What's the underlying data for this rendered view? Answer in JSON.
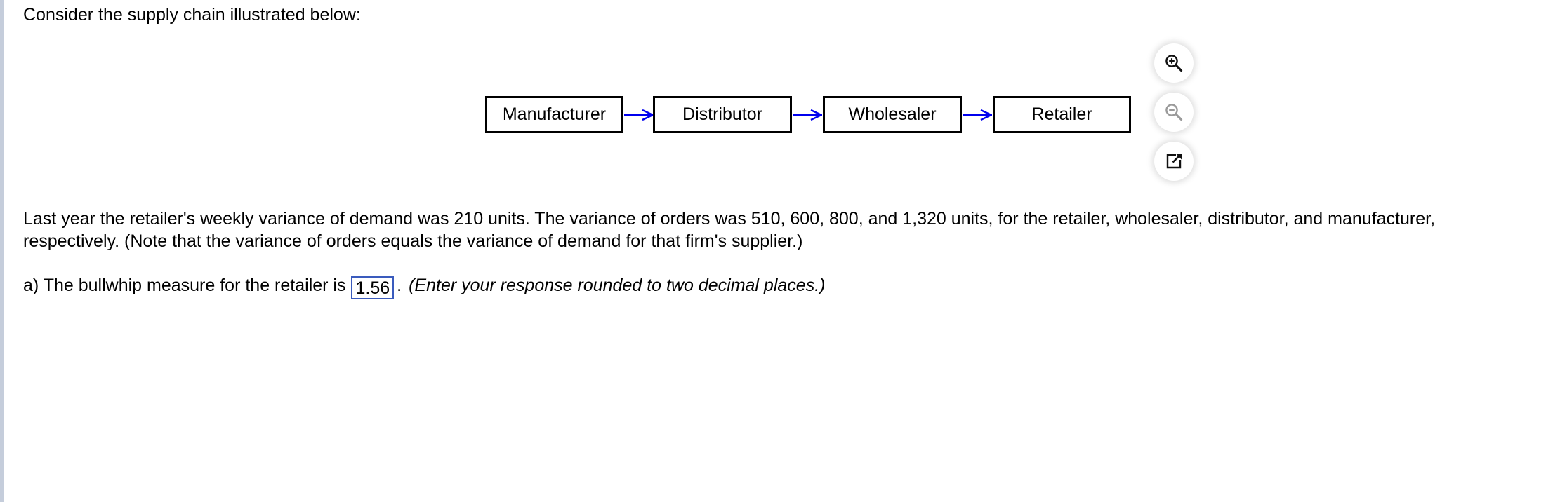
{
  "page": {
    "left_rail_color": "#c5cddb",
    "background": "#ffffff",
    "text_color": "#000000"
  },
  "intro": {
    "text": "Consider the supply chain illustrated below:"
  },
  "diagram": {
    "type": "flow",
    "orientation": "left-to-right",
    "box_border_color": "#000000",
    "arrow_color": "#0000ee",
    "nodes": [
      {
        "label": "Manufacturer"
      },
      {
        "label": "Distributor"
      },
      {
        "label": "Wholesaler"
      },
      {
        "label": "Retailer"
      }
    ],
    "arrows": [
      {
        "from": "Manufacturer",
        "to": "Distributor"
      },
      {
        "from": "Distributor",
        "to": "Wholesaler"
      },
      {
        "from": "Wholesaler",
        "to": "Retailer"
      }
    ]
  },
  "tools": [
    {
      "name": "zoom-in-icon",
      "state": "enabled",
      "color": "#111111"
    },
    {
      "name": "zoom-out-icon",
      "state": "disabled",
      "color": "#9a9a9a"
    },
    {
      "name": "open-in-new-window-icon",
      "state": "enabled",
      "color": "#111111"
    }
  ],
  "body": {
    "paragraph": "Last year the retailer's weekly variance of demand was 210 units. The variance of orders was 510, 600, 800, and 1,320 units, for the retailer, wholesaler, distributor, and manufacturer, respectively. (Note that the variance of orders equals the variance of demand for that firm's supplier.)"
  },
  "question": {
    "label": "a) The bullwhip measure for the retailer is",
    "answer_value": "1.56",
    "answer_placeholder": "",
    "period": ".",
    "hint": "(Enter your response rounded to two decimal places.)",
    "input_border_color": "#3a5bbd"
  }
}
